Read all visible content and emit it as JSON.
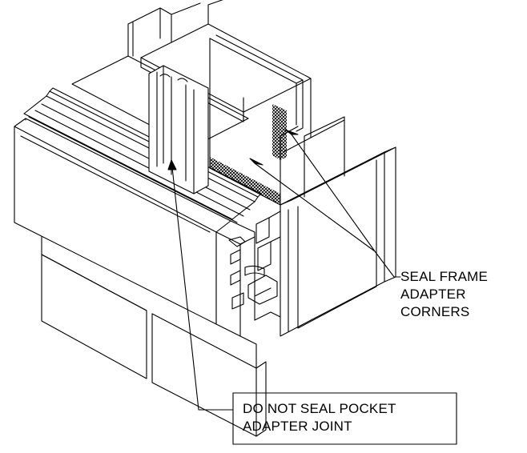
{
  "callouts": {
    "seal_frame_adapter_corners": {
      "lines": [
        "SEAL FRAME",
        "ADAPTER",
        "CORNERS"
      ]
    },
    "do_not_seal_pocket": {
      "lines": [
        "DO NOT SEAL POCKET",
        "ADAPTER JOINT"
      ]
    }
  },
  "colors": {
    "stroke": "#000000",
    "hatch": "#000000",
    "background": "#ffffff"
  }
}
